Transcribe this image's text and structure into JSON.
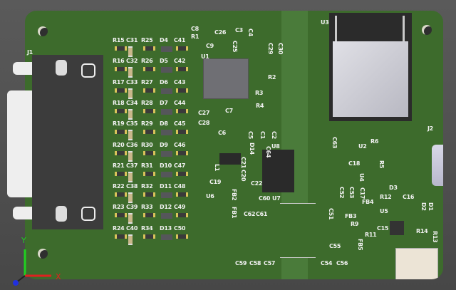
{
  "view": {
    "background": "#4d4d4d",
    "board_color": "#3d6b2c",
    "silkscreen_color": "#f2f2f2"
  },
  "grid_labels": {
    "columns": [
      [
        "R15",
        "R16",
        "R17",
        "R18",
        "R19",
        "R20",
        "R21",
        "R22",
        "R23",
        "R24"
      ],
      [
        "C31",
        "C32",
        "C33",
        "C34",
        "C35",
        "C36",
        "C37",
        "C38",
        "C39",
        "C40"
      ],
      [
        "R25",
        "R26",
        "R27",
        "R28",
        "R29",
        "R30",
        "R31",
        "R32",
        "R33",
        "R34"
      ],
      [
        "D4",
        "D5",
        "D6",
        "D7",
        "D8",
        "D9",
        "D10",
        "D11",
        "D12",
        "D13"
      ],
      [
        "C41",
        "C42",
        "C43",
        "C44",
        "C45",
        "C46",
        "C47",
        "C48",
        "C49",
        "C50"
      ]
    ]
  },
  "labels": [
    "J1",
    "U3",
    "C8",
    "R1",
    "C9",
    "C26",
    "C3",
    "C4",
    "C25",
    "C29",
    "C30",
    "U1",
    "R2",
    "R3",
    "R4",
    "C27",
    "C7",
    "C28",
    "C6",
    "C5",
    "C1",
    "C2",
    "D14",
    "U8",
    "C64",
    "C63",
    "C21",
    "C20",
    "L1",
    "C19",
    "C22",
    "U6",
    "FB2",
    "C60",
    "U7",
    "FB1",
    "C62",
    "C61",
    "C52",
    "C53",
    "C51",
    "FB3",
    "C55",
    "FB5",
    "C59",
    "C58",
    "C57",
    "C54",
    "C56",
    "U2",
    "R6",
    "C18",
    "R5",
    "U4",
    "C17",
    "D3",
    "J2",
    "R12",
    "C16",
    "D2",
    "D1",
    "FB4",
    "U5",
    "R9",
    "R11",
    "C15",
    "R14",
    "R13"
  ],
  "axes": {
    "x": "X",
    "y": "Y",
    "x_color": "#e02020",
    "y_color": "#20d020",
    "z_color": "#2030e0"
  }
}
